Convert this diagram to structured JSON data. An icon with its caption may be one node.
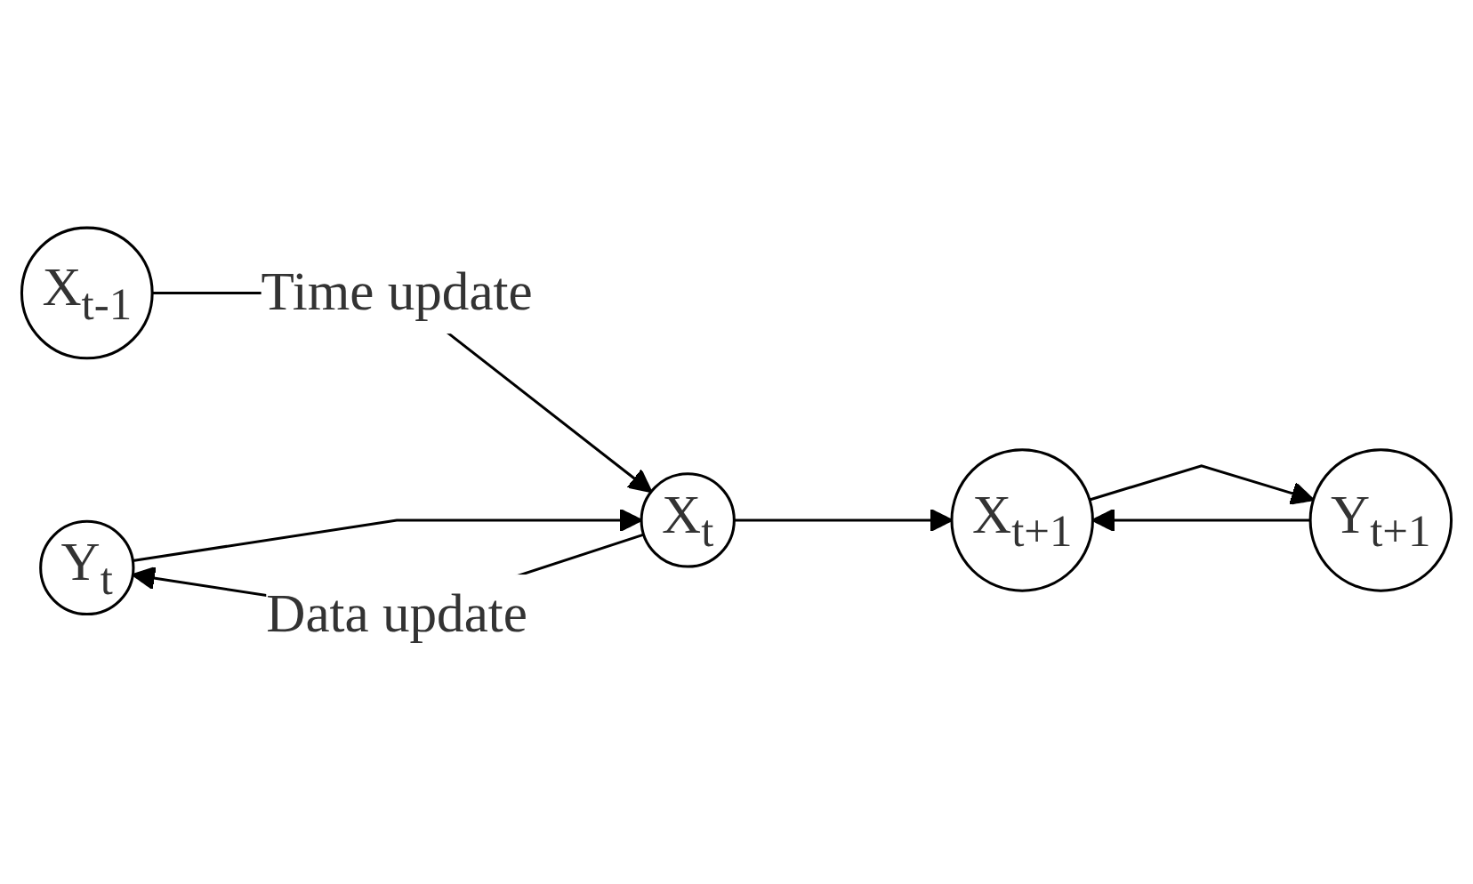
{
  "diagram": {
    "nodes": [
      {
        "text": [
          "Y$_{t}$"
        ]
      },
      {
        "text": [
          "Y$_{t+1}$"
        ]
      },
      {
        "text": [
          "X$_{t-1}$"
        ]
      },
      {
        "text": [
          "X$_{t}$"
        ]
      },
      {
        "text": [
          "X$_{t+1}$"
        ]
      }
    ],
    "edges": [
      {
        "from": 2,
        "to": 3,
        "arrow": "to",
        "label": "Time update"
      },
      {
        "from": 3,
        "to": 4,
        "arrow": "to"
      },
      {
        "from": 3,
        "to": 0,
        "arrow": "to",
        "label": "Data update"
      },
      {
        "from": 0,
        "to": 3,
        "arrow": "to"
      },
      {
        "from": 4,
        "to": 1,
        "arrow": "to"
      },
      {
        "from": 1,
        "to": 4,
        "arrow": "to"
      }
    ]
  }
}
